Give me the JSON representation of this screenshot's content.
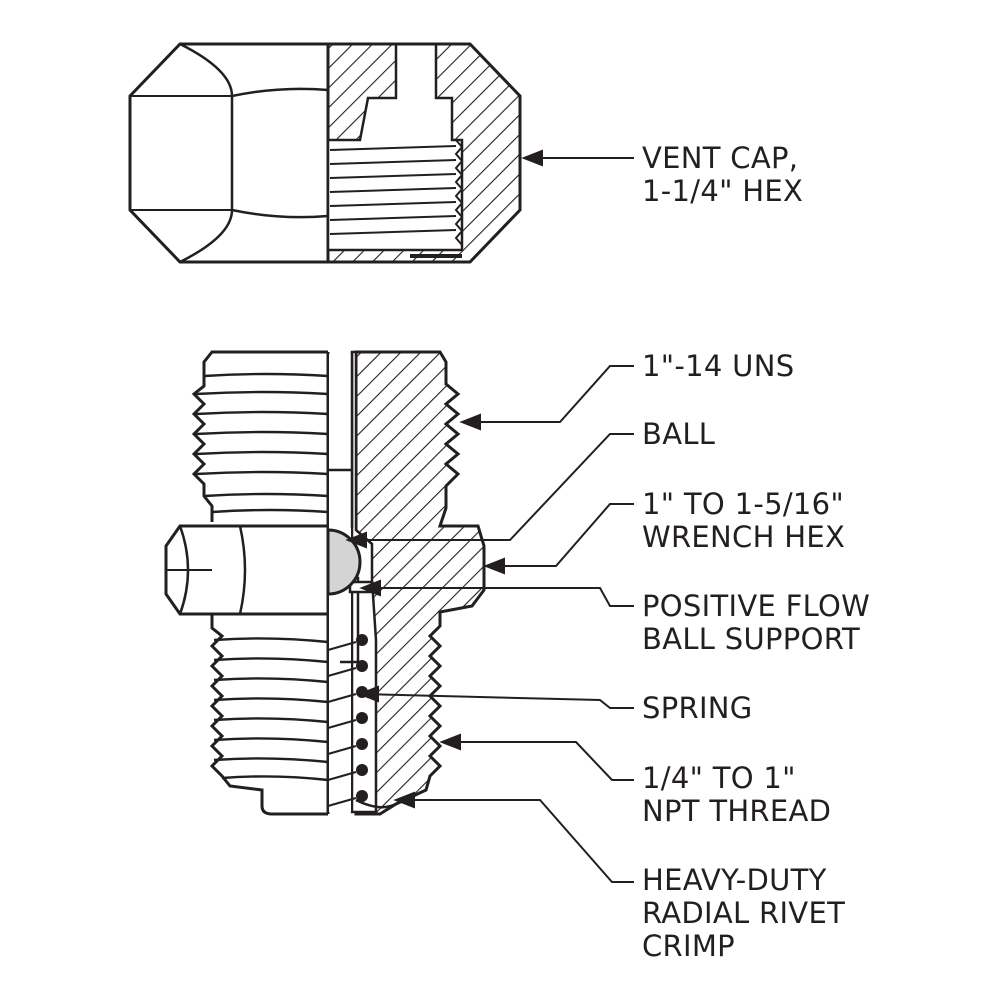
{
  "labels": {
    "vent_cap": [
      "VENT CAP,",
      "1-1/4\" HEX"
    ],
    "uns_thread": [
      "1\"-14 UNS"
    ],
    "ball": [
      "BALL"
    ],
    "wrench_hex": [
      "1\" TO 1-5/16\"",
      "WRENCH HEX"
    ],
    "ball_support": [
      "POSITIVE FLOW",
      "BALL SUPPORT"
    ],
    "spring": [
      "SPRING"
    ],
    "npt_thread": [
      "1/4\" TO 1\"",
      "NPT THREAD"
    ],
    "rivet_crimp": [
      "HEAVY-DUTY",
      "RADIAL RIVET",
      "CRIMP"
    ]
  },
  "colors": {
    "line": "#231f20",
    "ball": "#d4d4d4",
    "background": "#ffffff"
  }
}
